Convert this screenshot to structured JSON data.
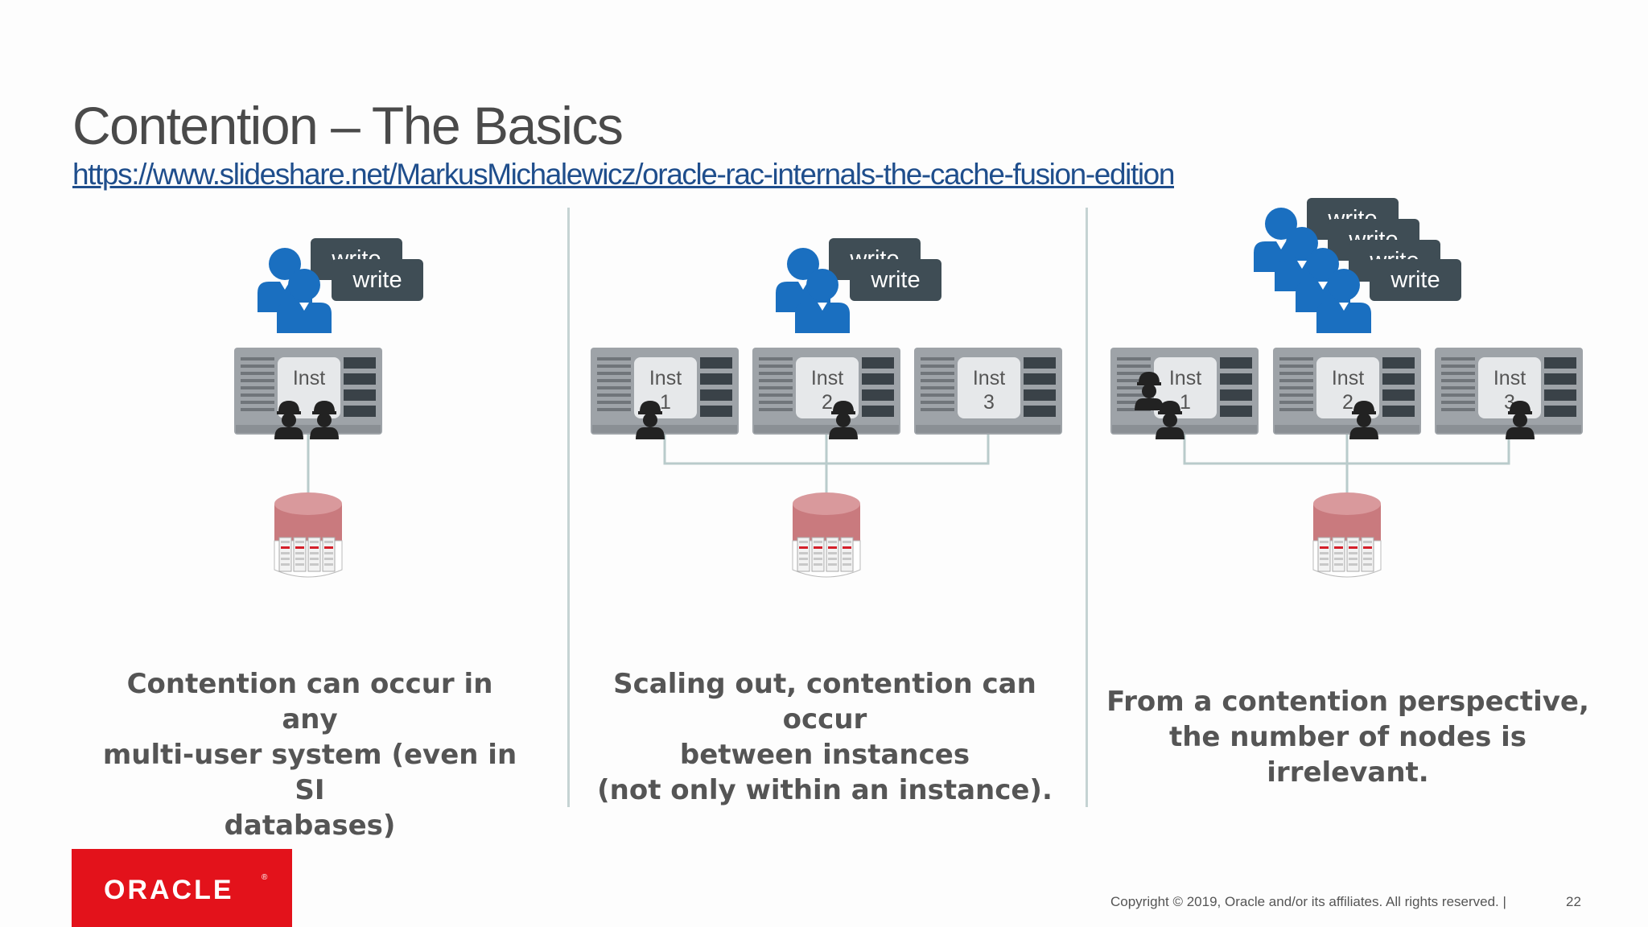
{
  "slide": {
    "title": "Contention – The Basics",
    "link": "https://www.slideshare.net/MarkusMichalewicz/oracle-rac-internals-the-cache-fusion-edition"
  },
  "panels": [
    {
      "bubbles": [
        "write",
        "write"
      ],
      "servers": [
        {
          "label1": "Inst",
          "label2": ""
        }
      ],
      "caption": [
        "Contention can occur in any",
        "multi-user system (even in SI",
        "databases)"
      ]
    },
    {
      "bubbles": [
        "write",
        "write"
      ],
      "servers": [
        {
          "label1": "Inst",
          "label2": "1"
        },
        {
          "label1": "Inst",
          "label2": "2"
        },
        {
          "label1": "Inst",
          "label2": "3"
        }
      ],
      "caption": [
        "Scaling out, contention can occur",
        "between instances",
        "(not only within an instance)."
      ]
    },
    {
      "bubbles": [
        "write",
        "write",
        "write",
        "write"
      ],
      "servers": [
        {
          "label1": "Inst",
          "label2": "1"
        },
        {
          "label1": "Inst",
          "label2": "2"
        },
        {
          "label1": "Inst",
          "label2": "3"
        }
      ],
      "caption": [
        "From a contention perspective,",
        "the number of nodes is irrelevant."
      ]
    }
  ],
  "footer": {
    "logo": "ORACLE",
    "copyright": "Copyright © 2019, Oracle and/or its affiliates. All rights reserved.  |",
    "page_number": "22"
  },
  "colors": {
    "user_blue": "#1a6fc0",
    "bubble": "#3f4d55",
    "server": "#9ea3a8",
    "database": "#c97a7e",
    "oracle_red": "#e3121b",
    "connector": "#b9cbcb"
  }
}
